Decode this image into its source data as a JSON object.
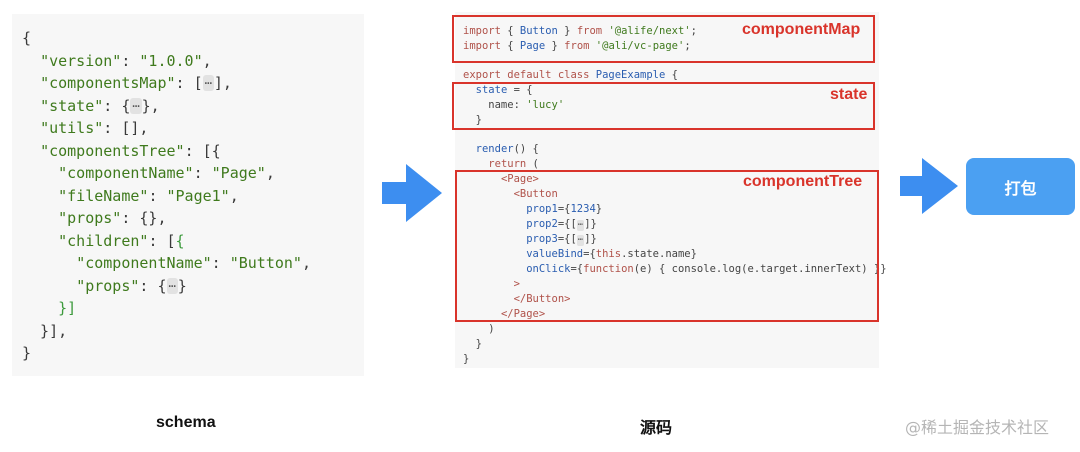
{
  "schema": {
    "lines": [
      "{",
      "  \"version\": \"1.0.0\",",
      "  \"componentsMap\": [⋯],",
      "  \"state\": {⋯},",
      "  \"utils\": [],",
      "  \"componentsTree\": [{",
      "    \"componentName\": \"Page\",",
      "    \"fileName\": \"Page1\",",
      "    \"props\": {},",
      "    \"children\": [{",
      "      \"componentName\": \"Button\",",
      "      \"props\": {⋯}",
      "    }]",
      "  }],",
      "}"
    ],
    "caption": "schema"
  },
  "source": {
    "caption": "源码",
    "labels": {
      "component_map": "componentMap",
      "state": "state",
      "component_tree": "componentTree"
    }
  },
  "pack_button": {
    "label": "打包"
  },
  "watermark": "@稀土掘金技术社区",
  "colors": {
    "highlight_box": "#d9342b",
    "arrow": "#3d8ef0",
    "button": "#4ba0f2"
  }
}
